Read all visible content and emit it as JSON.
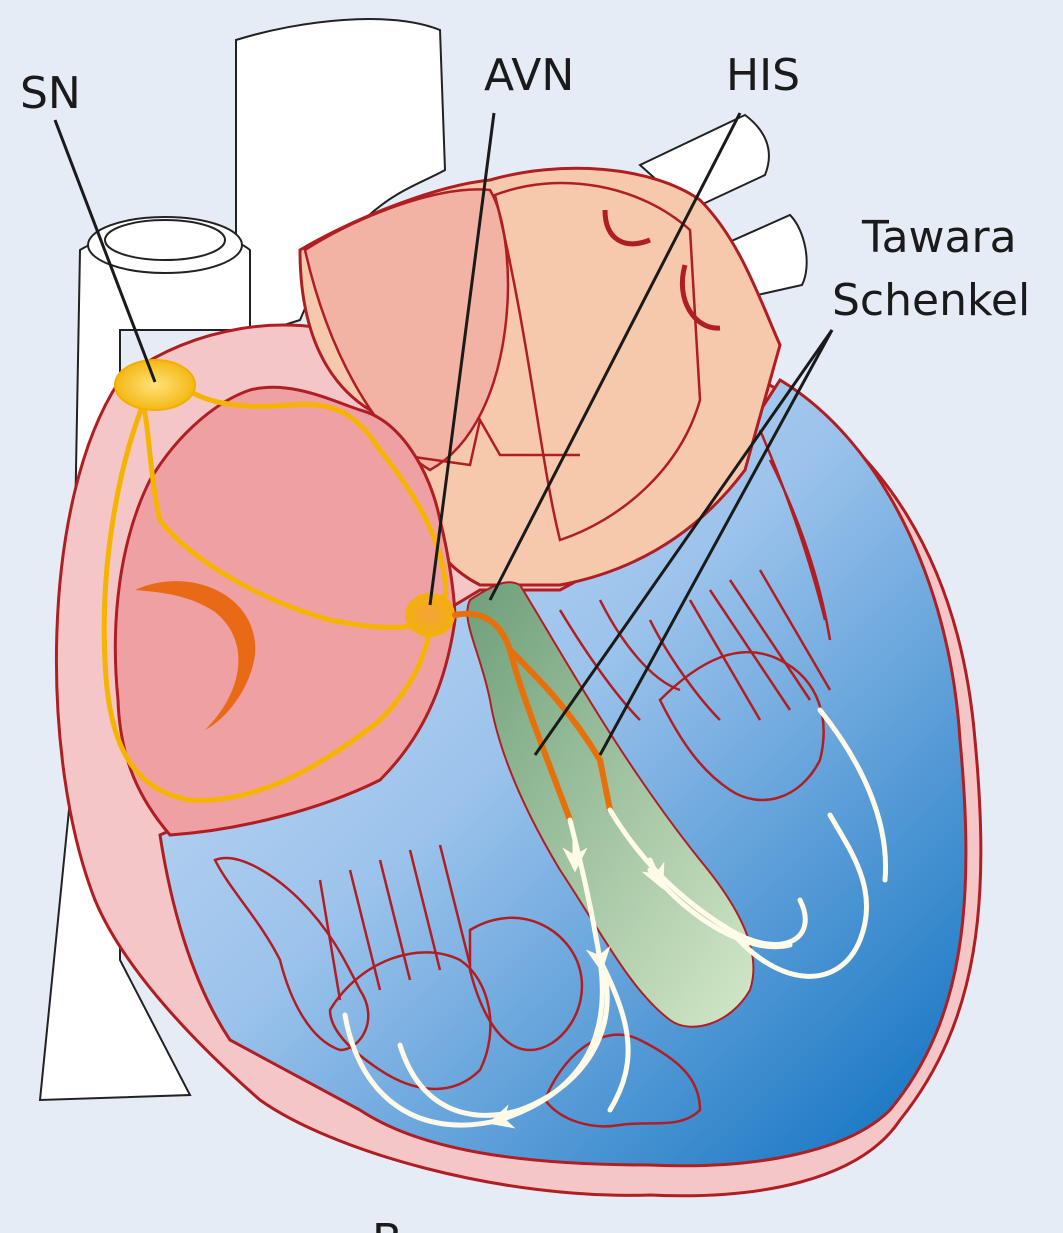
{
  "labels": {
    "sn": "SN",
    "avn": "AVN",
    "his": "HIS",
    "tawara_line1": "Tawara",
    "tawara_line2": "Schenkel",
    "panel_letter": "B"
  },
  "colors": {
    "background": "#e6ecf6",
    "outline": "#b01e22",
    "atrium_right": "#efa0a3",
    "outer_wall": "#f5c6c8",
    "aorta_peach": "#f6c9ad",
    "ventricle_light": "#c9dbf2",
    "ventricle_dark": "#0f73c0",
    "his_bundle_green": "#7aa985",
    "conduction_yellow": "#f4b400",
    "avn_orange": "#f08a00",
    "bundle_branch_orange": "#e8700a",
    "purkinje_white": "#fffbe8",
    "vessel_white": "#ffffff",
    "leader_line": "#1a1a1a"
  },
  "icons": [
    "sinus-node-icon",
    "av-node-icon",
    "purkinje-arrow-icon"
  ]
}
